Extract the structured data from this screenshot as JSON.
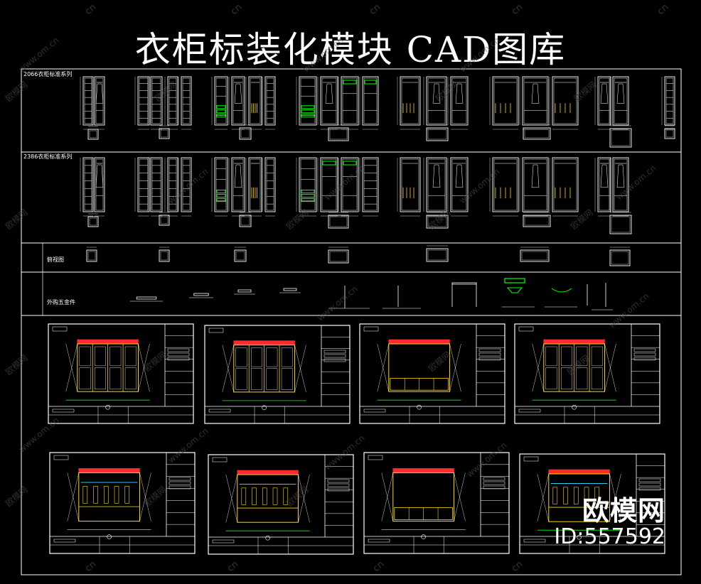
{
  "title": "衣柜标装化模块 CAD图库",
  "rows": {
    "row1_label": "2066衣柜标准系列",
    "row2_label": "2386衣柜标准系列",
    "row3_label": "俯视图",
    "row4_label": "外购五金件"
  },
  "watermark": {
    "brand": "欧模网",
    "url": "www.om.cn",
    "cn": "cn"
  },
  "logo": {
    "text": "欧模网",
    "id": "ID:557592"
  },
  "colors": {
    "background": "#000000",
    "line": "#ffffff",
    "accent_green": "#00ff00",
    "accent_red": "#ff2a2a",
    "accent_yellow": "#ffd700",
    "accent_cyan": "#22ccff"
  }
}
